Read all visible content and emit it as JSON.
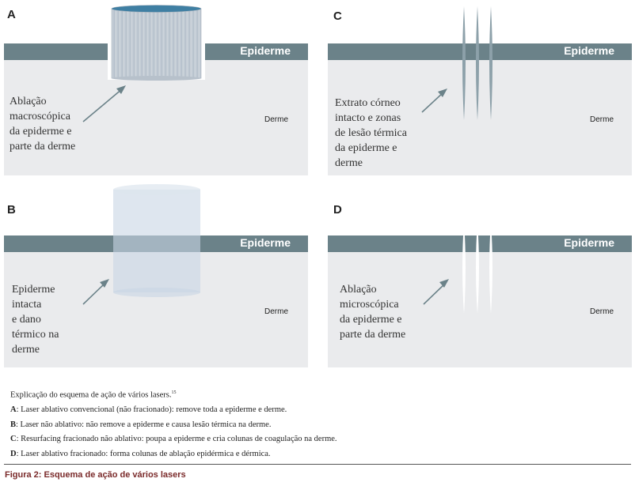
{
  "panels": [
    {
      "letter": "A",
      "epiderme": "Epiderme",
      "derme": "Derme",
      "description": "Ablação\nmacroscópica\nda epiderme e\nparte da derme"
    },
    {
      "letter": "C",
      "epiderme": "Epiderme",
      "derme": "Derme",
      "description": "Extrato córneo\nintacto e zonas\nde lesão térmica\nda epiderme e\nderme"
    },
    {
      "letter": "B",
      "epiderme": "Epiderme",
      "derme": "Derme",
      "description": "Epiderme\nintacta\ne dano\ntérmico na\nderme"
    },
    {
      "letter": "D",
      "epiderme": "Epiderme",
      "derme": "Derme",
      "description": "Ablação\nmicroscópica\nda epiderme e\nparte da derme"
    }
  ],
  "caption": {
    "intro": "Explicação do esquema de ação de vários lasers.",
    "ref": "15",
    "items": [
      {
        "key": "A",
        "text": ": Laser ablativo convencional (não fracionado): remove toda a epiderme e derme."
      },
      {
        "key": "B",
        "text": ": Laser não ablativo: não remove a epiderme e causa lesão térmica na derme."
      },
      {
        "key": "C",
        "text": ": Resurfacing fracionado não ablativo: poupa a epiderme e cria colunas de coagulação na derme."
      },
      {
        "key": "D",
        "text": ": Laser ablativo fracionado: forma colunas de ablação epidérmica e dérmica."
      }
    ]
  },
  "figure_title": "Figura 2: Esquema de ação de vários lasers",
  "colors": {
    "epiderme": "#6b8289",
    "derme": "#eaebed",
    "title": "#7a2a2a",
    "arrow": "#6b8289"
  }
}
